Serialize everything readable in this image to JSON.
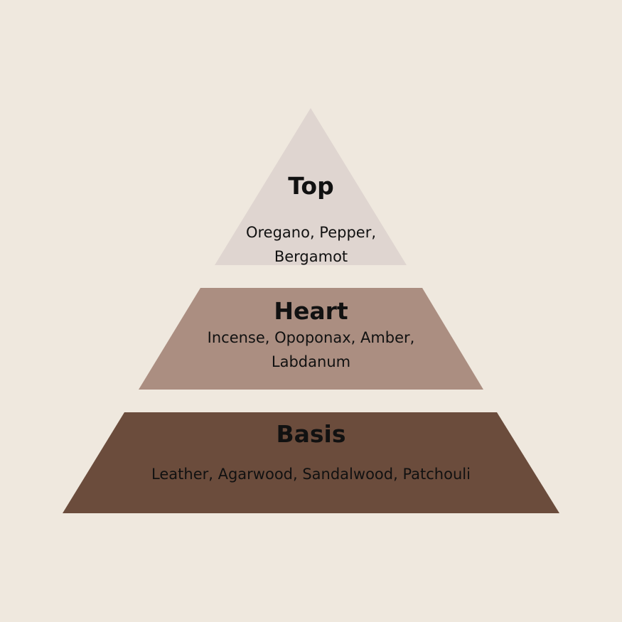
{
  "tiers": [
    {
      "title": "Top",
      "notes_line1": "Oregano, Pepper,",
      "notes_line2": "Bergamot",
      "color": "#dfd5d0"
    },
    {
      "title": "Heart",
      "notes_line1": "Incense, Opoponax, Amber,",
      "notes_line2": "Labdanum",
      "color": "#ab8e81"
    },
    {
      "title": "Basis",
      "notes_line1": "Leather, Agarwood, Sandalwood, Patchouli",
      "color": "#6b4c3c"
    }
  ],
  "background": "#efe8de"
}
